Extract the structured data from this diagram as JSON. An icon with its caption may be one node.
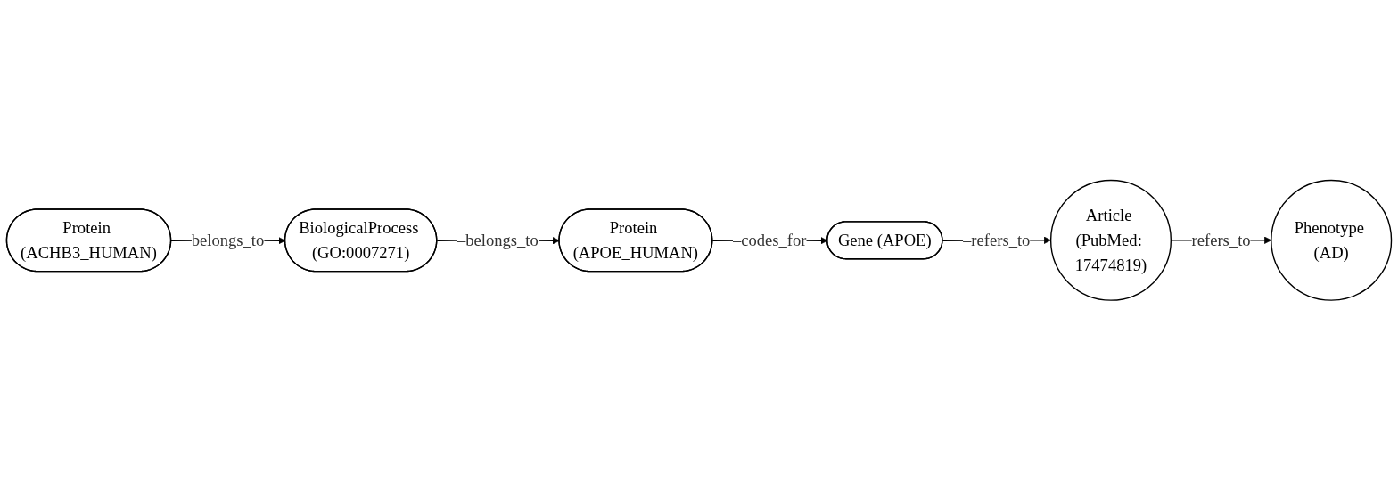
{
  "diagram": {
    "nodes": [
      {
        "text": [
          "BiologicalProcess (GO:0007271)"
        ]
      },
      {
        "text": [
          "Gene (APOE)"
        ]
      },
      {
        "text": [
          "Protein (ACHB3_HUMAN)"
        ]
      },
      {
        "text": [
          "Protein (APOE_HUMAN)"
        ]
      },
      {
        "text": [
          "Article (PubMed: 17474819)"
        ]
      },
      {
        "text": [
          "Phenotype (AD)"
        ]
      }
    ],
    "edges": [
      {
        "from": 2,
        "to": 0,
        "arrow": "to",
        "label": "belongs_to"
      },
      {
        "from": 0,
        "to": 3,
        "arrow": "to",
        "label": "–belongs_to"
      },
      {
        "from": 3,
        "to": 1,
        "arrow": "to",
        "label": "–codes_for"
      },
      {
        "from": 1,
        "to": 4,
        "arrow": "to",
        "label": "–refers_to"
      },
      {
        "from": 4,
        "to": 5,
        "arrow": "to",
        "label": "refers_to"
      }
    ]
  }
}
